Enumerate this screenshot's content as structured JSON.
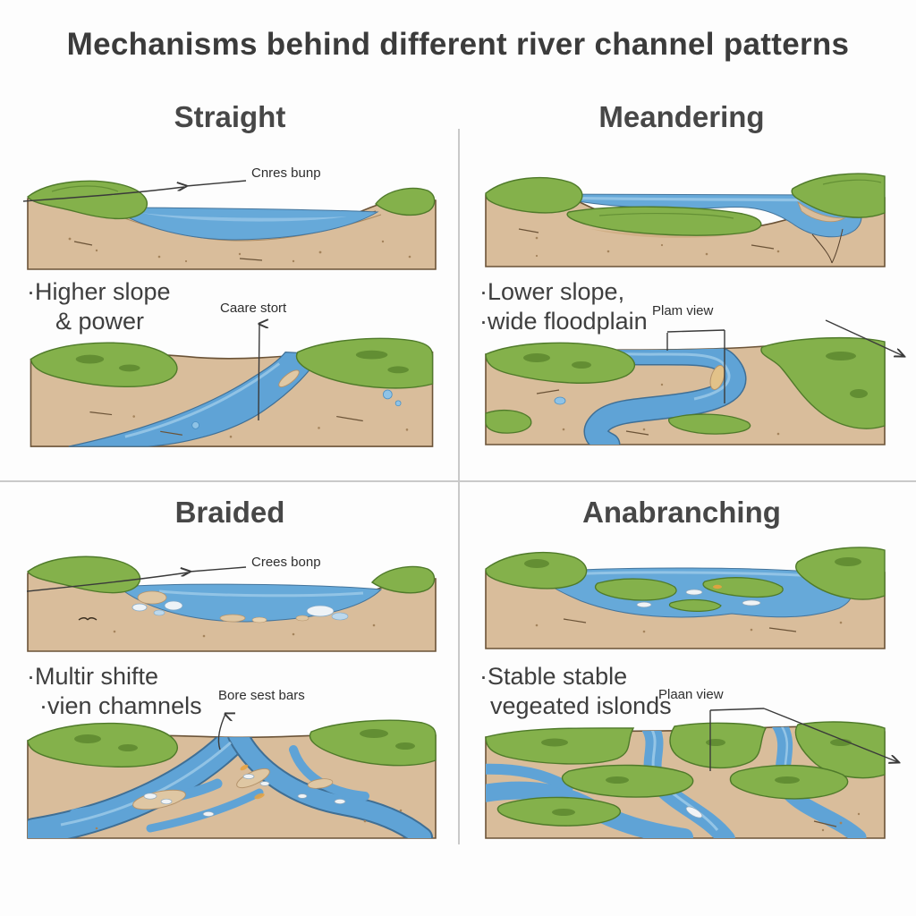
{
  "title": "Mechanisms behind different river channel patterns",
  "palette": {
    "sand": "#d9bd9b",
    "grass": "#84b14b",
    "grass_dark": "#4f7a2a",
    "water": "#66a9d9",
    "water_deep": "#3f6f95",
    "outline": "#6b5337",
    "heading_text": "#474747",
    "divider": "#c9c9c9"
  },
  "quadrants": {
    "straight": {
      "heading": "Straight",
      "cross_label": "Cnres bunp",
      "plan_label": "Caare stort",
      "bullet1": "·Higher slope",
      "bullet2": "& power"
    },
    "meandering": {
      "heading": "Meandering",
      "plan_label": "Plam view",
      "bullet1": "·Lower slope,",
      "bullet2": "·wide floodplain"
    },
    "braided": {
      "heading": "Braided",
      "cross_label": "Crees bonp",
      "plan_label": "Bore sest bars",
      "bullet1": "·Multir shifte",
      "bullet2": "·vien chamnels"
    },
    "anabranching": {
      "heading": "Anabranching",
      "plan_label": "Plaan view",
      "bullet1": "·Stable stable",
      "bullet2": "vegeated islonds"
    }
  }
}
